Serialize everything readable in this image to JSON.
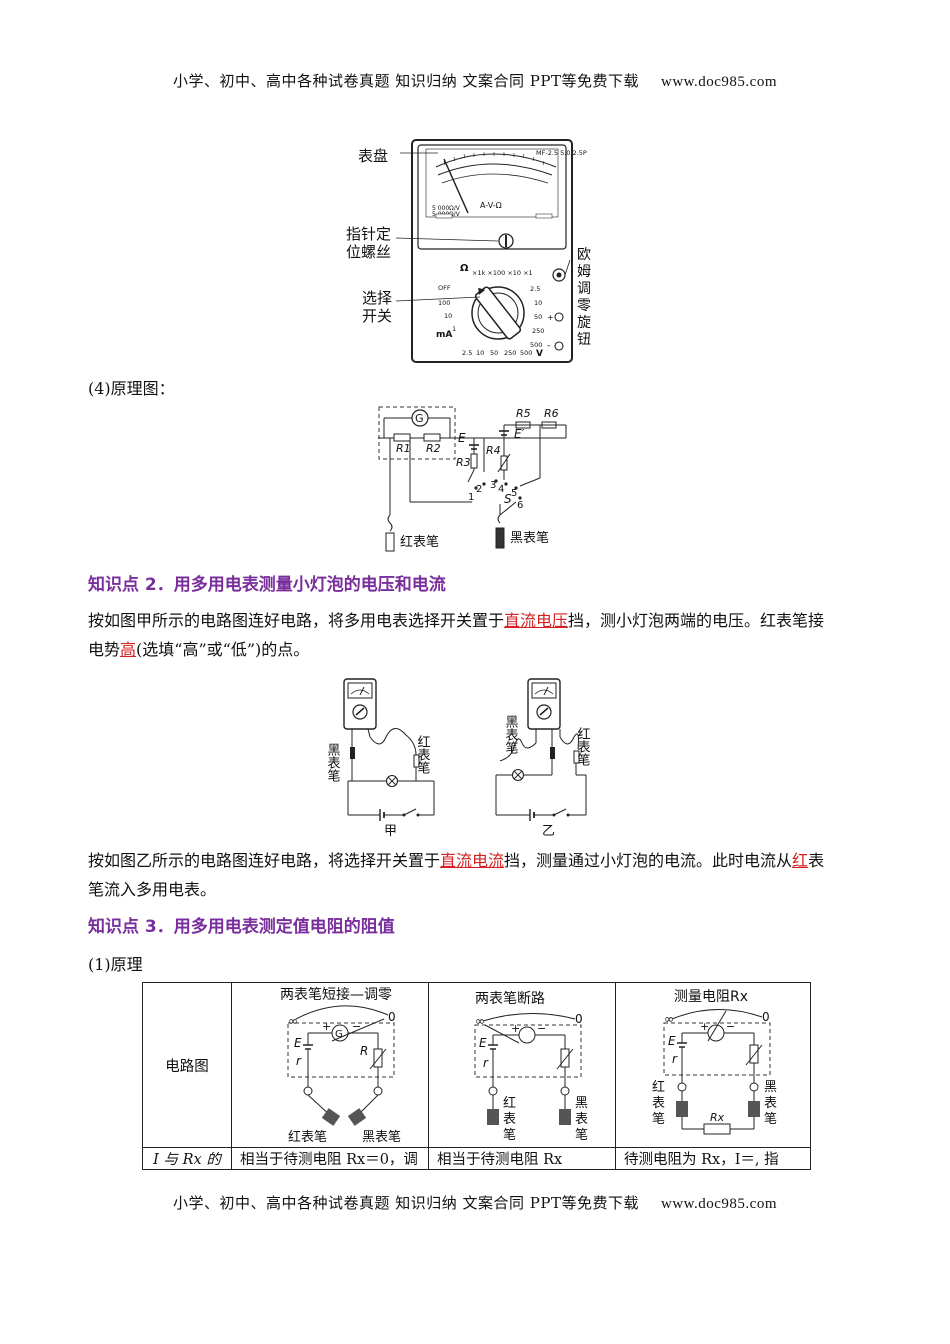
{
  "header": {
    "text": "小学、初中、高中各种试卷真题  知识归纳  文案合同  PPT等免费下载",
    "url": "www.doc985.com"
  },
  "meter": {
    "label_dial": "表盘",
    "label_screw_1": "指针定",
    "label_screw_2": "位螺丝",
    "label_switch_1": "选择",
    "label_switch_2": "开关",
    "label_ohm_knob": [
      "欧",
      "姆",
      "调",
      "零",
      "旋",
      "钮"
    ],
    "scale_model": "MF-2.5 5.0 2.5P",
    "scale_avo": "A-V-Ω",
    "scale_small_1": "5 000Ω/V",
    "scale_small_2": "5 000Ω/V",
    "omega": "Ω",
    "omega_ranges": "×1k ×100 ×10 ×1",
    "off": "OFF",
    "ma_values": [
      "100",
      "10",
      "1"
    ],
    "ma": "mA",
    "v_values": [
      "2.5",
      "10",
      "50",
      "250",
      "500"
    ],
    "bottom_values": [
      "2.5",
      "10",
      "50",
      "250",
      "500"
    ],
    "v_unit": "V",
    "plus": "+",
    "minus": "-"
  },
  "section4": {
    "label": "(4)原理图："
  },
  "schematic": {
    "G": "G",
    "R1": "R1",
    "R2": "R2",
    "R3": "R3",
    "R4": "R4",
    "R5": "R5",
    "R6": "R6",
    "E": "E",
    "E2": "E′",
    "S": "S",
    "terminals": [
      "1",
      "2",
      "3",
      "4",
      "5",
      "6"
    ],
    "red_probe": "红表笔",
    "black_probe": "黑表笔"
  },
  "kp2": {
    "title": "知识点 2．用多用电表测量小灯泡的电压和电流",
    "p1_a": "按如图甲所示的电路图连好电路，将多用电表选择开关置于",
    "p1_ans1": "直流电压",
    "p1_b": "挡，测小灯泡两端的电压。红表笔接",
    "p1_c": "电势",
    "p1_ans2": "高",
    "p1_d": "(选填“高”或“低”)的点。",
    "fig_black": "黑表笔",
    "fig_red": "红表笔",
    "fig_jia": "甲",
    "fig_yi": "乙",
    "p2_a": "按如图乙所示的电路图连好电路，将选择开关置于",
    "p2_ans1": "直流电流",
    "p2_b": "挡，测量通过小灯泡的电流。此时电流从",
    "p2_ans2": "红",
    "p2_c": "表",
    "p2_d": "笔流入多用电表。"
  },
  "kp3": {
    "title": "知识点 3．用多用电表测定值电阻的阻值",
    "sub": "(1)原理"
  },
  "table": {
    "row1_head": "电路图",
    "col1_title": "两表笔短接—调零",
    "col2_title": "两表笔断路",
    "col3_title": "测量电阻Rx",
    "infinity": "∞",
    "zero": "0",
    "E": "E",
    "r": "r",
    "R": "R",
    "G": "G",
    "Rx": "Rx",
    "plus": "+",
    "minus": "−",
    "red_probe_h": "红表笔",
    "black_probe_h": "黑表笔",
    "red_v": [
      "红",
      "表",
      "笔"
    ],
    "black_v": [
      "黑",
      "表",
      "笔"
    ],
    "row2_head": "I 与 Rx 的",
    "row2_c1": "相当于待测电阻 Rx＝0，调",
    "row2_c2": "相当于待测电阻 Rx",
    "row2_c3": "待测电阻为 Rx，I＝,   指"
  },
  "footer": {
    "text": "小学、初中、高中各种试卷真题  知识归纳  文案合同  PPT等免费下载",
    "url": "www.doc985.com"
  }
}
